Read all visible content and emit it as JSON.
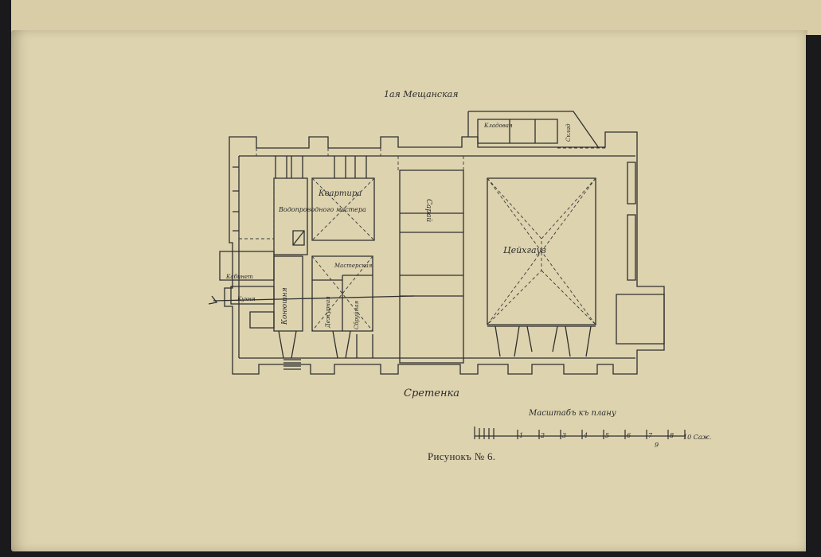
{
  "plan": {
    "top_street": "1ая Мещанская",
    "bottom_street": "Сретенка",
    "rooms": {
      "kvartira": "Квартира",
      "vodoprovod": "Водопроводного мастера",
      "tseikhgauz": "Цейхгауз",
      "masterskaya": "Мастерская",
      "konyushnya": "Конюшня",
      "sarai": "Сарай",
      "kabinet": "Кабинет",
      "kuhnya": "Кухня",
      "dezhurnaya": "Дежурная",
      "sbruya": "Сбруйная",
      "kladovaya": "Кладовая",
      "sklad": "Склад"
    }
  },
  "scale": {
    "title": "Масштабъ къ плану",
    "ticks": [
      "1",
      "2",
      "3",
      "4",
      "5",
      "6",
      "7",
      "8",
      "9",
      "10 Саж."
    ]
  },
  "caption": "Рисунокъ № 6."
}
